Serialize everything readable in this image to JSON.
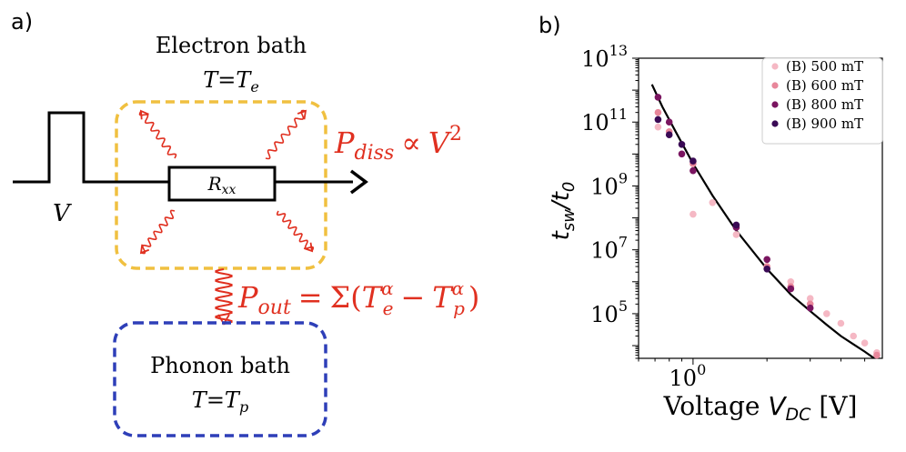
{
  "colors": {
    "electron_box": "#f0c040",
    "phonon_box": "#2e3fb8",
    "heat_red": "#e03020",
    "ink": "#000000"
  },
  "diagram": {
    "panel_label": "a)",
    "electron_bath": {
      "title": "Electron bath",
      "temp_lhs": "T",
      "temp_eq": "=",
      "temp_sym": "T",
      "temp_sub": "e"
    },
    "phonon_bath": {
      "title": "Phonon bath",
      "temp_lhs": "T",
      "temp_eq": "=",
      "temp_sym": "T",
      "temp_sub": "p"
    },
    "resistor": {
      "sym": "R",
      "sub": "xx"
    },
    "pulse_label": "V",
    "p_diss": {
      "sym": "P",
      "sub": "diss",
      "rel": "∝",
      "var": "V",
      "exp": "2"
    },
    "p_out": {
      "sym": "P",
      "sub": "out",
      "eq": "=",
      "sigma": "Σ(",
      "t1": "T",
      "t1_sup": "α",
      "t1_sub": "e",
      "minus": "−",
      "t2": "T",
      "t2_sup": "α",
      "t2_sub": "p",
      "close": ")"
    }
  },
  "chart_panel": {
    "panel_label": "b)",
    "ylabel_main": "t",
    "ylabel_sub": "sw",
    "ylabel_slash": "/t",
    "ylabel_sub2": "0",
    "xlabel_main": "Voltage ",
    "xlabel_var": "V",
    "xlabel_sub": "DC",
    "xlabel_unit": " [V]",
    "ytick_labels": [
      {
        "base": "10",
        "exp": "13"
      },
      {
        "base": "10",
        "exp": "11"
      },
      {
        "base": "10",
        "exp": "9"
      },
      {
        "base": "10",
        "exp": "7"
      },
      {
        "base": "10",
        "exp": "5"
      }
    ],
    "xtick_labels": [
      {
        "base": "10",
        "exp": "0"
      }
    ]
  },
  "chart_data": {
    "type": "scatter",
    "xscale": "log",
    "yscale": "log",
    "xlim": [
      0.6,
      5.9
    ],
    "ylim": [
      4000,
      10000000000000
    ],
    "yticks": [
      10000000000000,
      100000000000,
      1000000000,
      10000000,
      100000
    ],
    "xticks": [
      1
    ],
    "legend_position": "top-right",
    "series": [
      {
        "name": "(B) 500 mT",
        "color": "#f5b8c4",
        "points": [
          [
            0.72,
            70000000000
          ],
          [
            1.0,
            130000000
          ],
          [
            1.2,
            300000000
          ],
          [
            1.5,
            30000000
          ],
          [
            2.5,
            1000000
          ],
          [
            3.0,
            300000
          ],
          [
            3.5,
            100000
          ],
          [
            4.0,
            50000
          ],
          [
            4.5,
            20000
          ],
          [
            5.0,
            12000
          ],
          [
            5.6,
            6000
          ]
        ]
      },
      {
        "name": "(B) 600 mT",
        "color": "#e8879b",
        "points": [
          [
            0.72,
            200000000000
          ],
          [
            0.8,
            50000000000
          ],
          [
            1.0,
            5000000000
          ],
          [
            2.0,
            3000000
          ],
          [
            2.5,
            700000
          ],
          [
            3.0,
            200000
          ],
          [
            5.6,
            5000
          ]
        ]
      },
      {
        "name": "(B) 800 mT",
        "color": "#7a1560",
        "points": [
          [
            0.72,
            600000000000
          ],
          [
            0.8,
            100000000000
          ],
          [
            0.9,
            10000000000
          ],
          [
            1.0,
            3000000000
          ],
          [
            1.5,
            50000000
          ],
          [
            2.0,
            5000000
          ],
          [
            2.5,
            600000
          ],
          [
            3.0,
            150000
          ]
        ]
      },
      {
        "name": "(B) 900 mT",
        "color": "#3a0a55",
        "points": [
          [
            0.72,
            120000000000
          ],
          [
            0.8,
            40000000000
          ],
          [
            0.9,
            20000000000
          ],
          [
            1.0,
            6000000000
          ],
          [
            1.5,
            60000000
          ],
          [
            2.0,
            2500000
          ]
        ]
      }
    ],
    "fit_curve": {
      "color": "#000000",
      "points": [
        [
          0.68,
          1500000000000
        ],
        [
          0.75,
          300000000000
        ],
        [
          0.85,
          50000000000
        ],
        [
          1.0,
          5000000000
        ],
        [
          1.2,
          500000000
        ],
        [
          1.5,
          40000000
        ],
        [
          2.0,
          2500000
        ],
        [
          2.5,
          400000
        ],
        [
          3.0,
          120000
        ],
        [
          3.5,
          45000
        ],
        [
          4.0,
          20000
        ],
        [
          4.5,
          11000
        ],
        [
          5.0,
          6500
        ],
        [
          5.6,
          3500
        ]
      ]
    }
  }
}
